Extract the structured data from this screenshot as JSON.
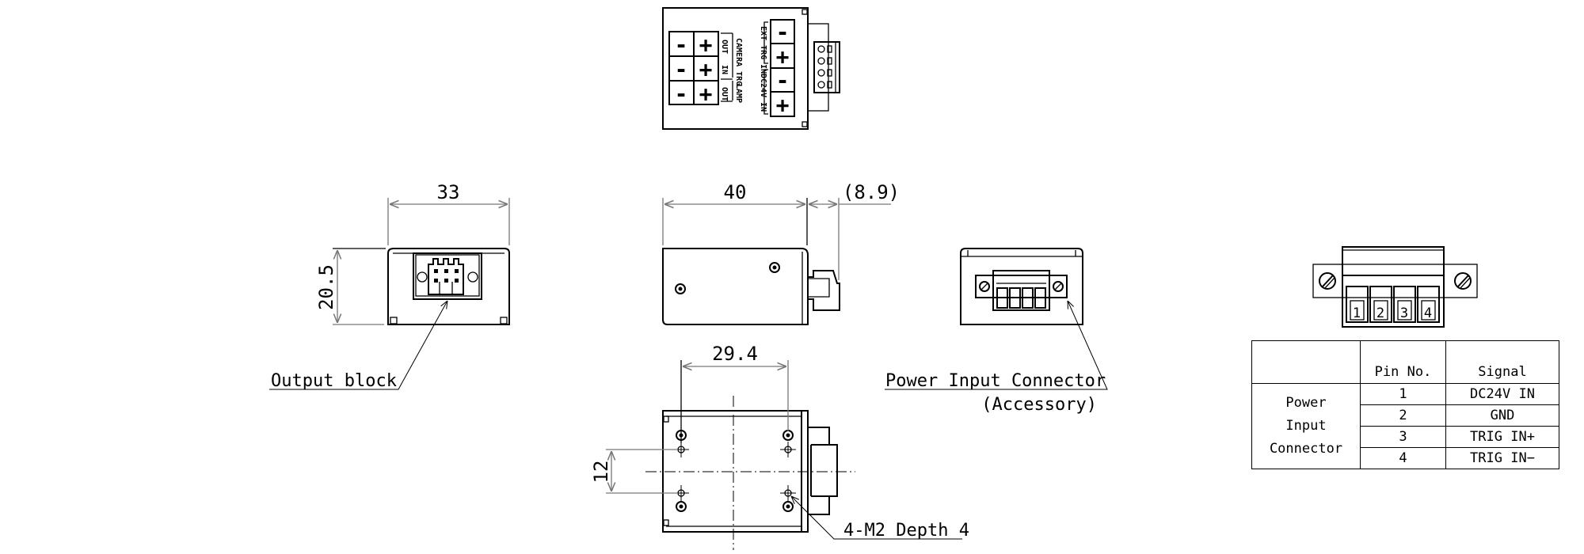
{
  "top_view": {
    "camera_trg_label": "CAMERA TRG",
    "lamp_label": "LAMP",
    "out_label": "OUT",
    "in_label": "IN",
    "lamp_out_label": "OUT",
    "ext_trg_label": "EXT TRG IN",
    "dc24v_label": "DC24V IN",
    "minus": "-",
    "plus": "+"
  },
  "front_view": {
    "width_dim": "33",
    "height_dim": "20.5",
    "callout": "Output block"
  },
  "side_view": {
    "length_dim": "40",
    "connector_dim": "(8.9)"
  },
  "bottom_view": {
    "hole_spacing_x": "29.4",
    "hole_spacing_y": "12",
    "callout": "4-M2 Depth 4"
  },
  "rear_view": {
    "callout": "Power Input Connector",
    "callout_sub": "(Accessory)"
  },
  "connector_detail": {
    "pins": [
      "1",
      "2",
      "3",
      "4"
    ]
  },
  "pin_table": {
    "headers": [
      "",
      "Pin No.",
      "Signal"
    ],
    "group_label_lines": [
      "Power",
      "Input",
      "Connector"
    ],
    "rows": [
      {
        "pin": "1",
        "signal": "DC24V IN"
      },
      {
        "pin": "2",
        "signal": "GND"
      },
      {
        "pin": "3",
        "signal": "TRIG IN+"
      },
      {
        "pin": "4",
        "signal": "TRIG IN−"
      }
    ]
  }
}
